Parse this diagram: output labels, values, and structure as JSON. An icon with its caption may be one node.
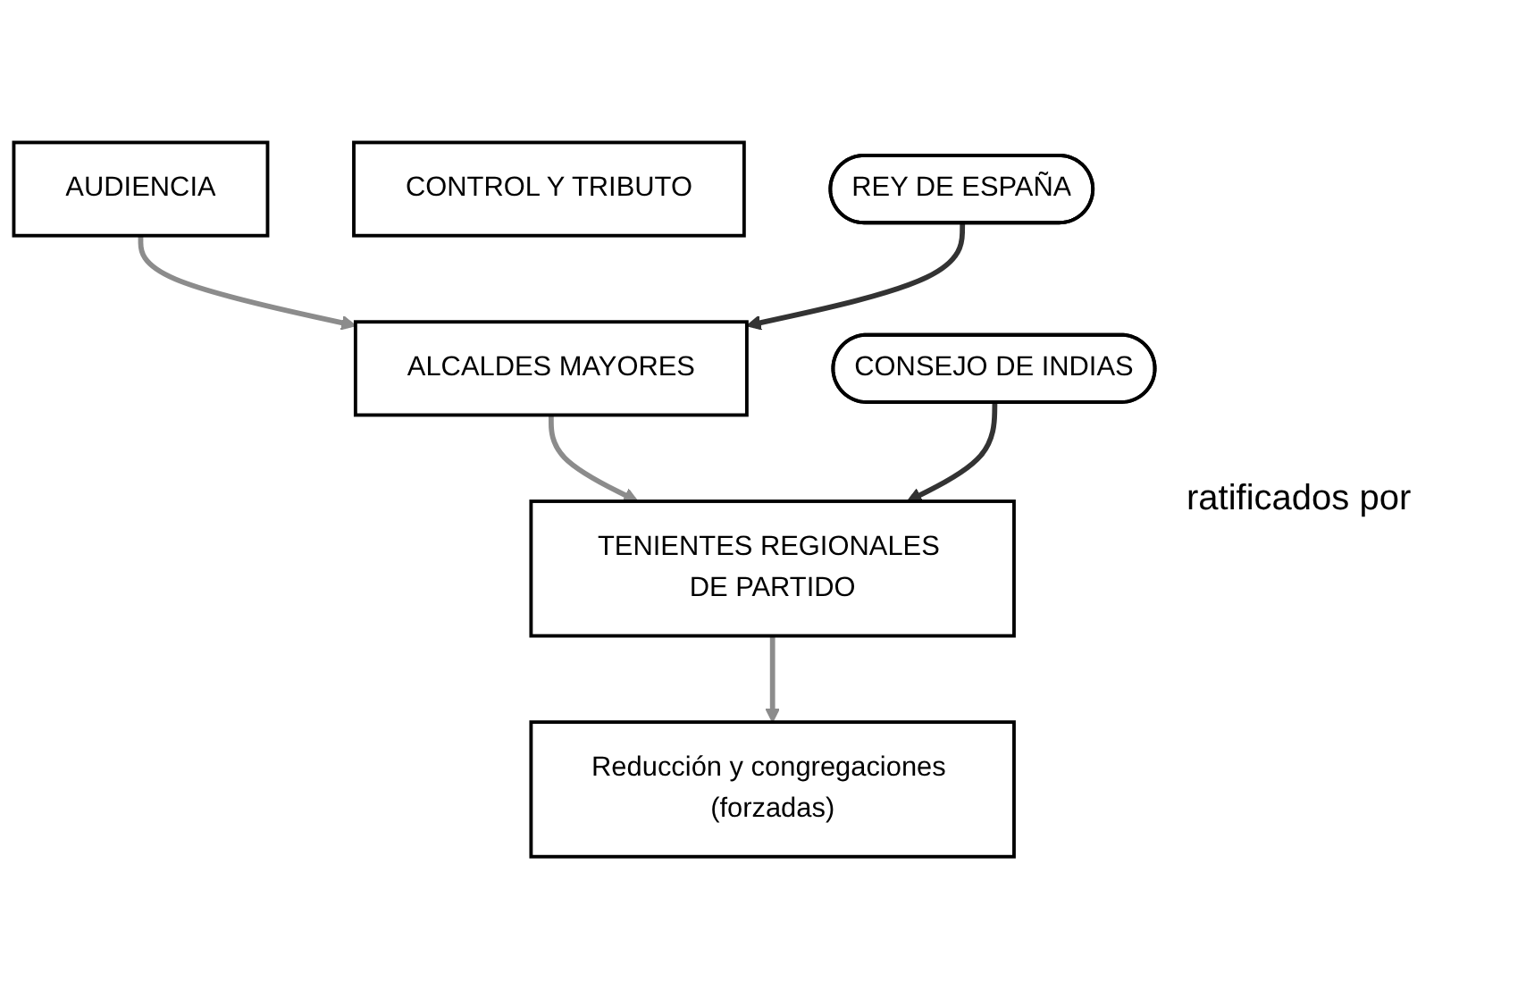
{
  "diagram": {
    "nodes": [
      {
        "text": [
          "AUDIENCIA"
        ]
      },
      {
        "text": [
          "ALCALDES MAYORES"
        ]
      },
      {
        "text": [
          "TENIENTES REGIONALES DE PARTIDO"
        ]
      },
      {
        "text": [
          "Reducción y congregaciones (forzadas)"
        ]
      },
      {
        "text": [
          "CONTROL Y TRIBUTO"
        ]
      },
      {
        "text": [
          "REY DE ESPAÑA"
        ]
      },
      {
        "text": [
          "CONSEJO DE INDIAS"
        ]
      }
    ],
    "edges": [
      {
        "from": 0,
        "to": 1,
        "arrow": "to",
        "color": "#8c8c8c"
      },
      {
        "from": 1,
        "to": 2,
        "arrow": "to",
        "color": "#8c8c8c"
      },
      {
        "from": 2,
        "to": 3,
        "arrow": "to",
        "color": "#8c8c8c"
      },
      {
        "from": 5,
        "to": 1,
        "arrow": "to"
      },
      {
        "from": 6,
        "to": 2,
        "arrow": "to"
      }
    ],
    "labels": [
      "ratificados por"
    ]
  }
}
